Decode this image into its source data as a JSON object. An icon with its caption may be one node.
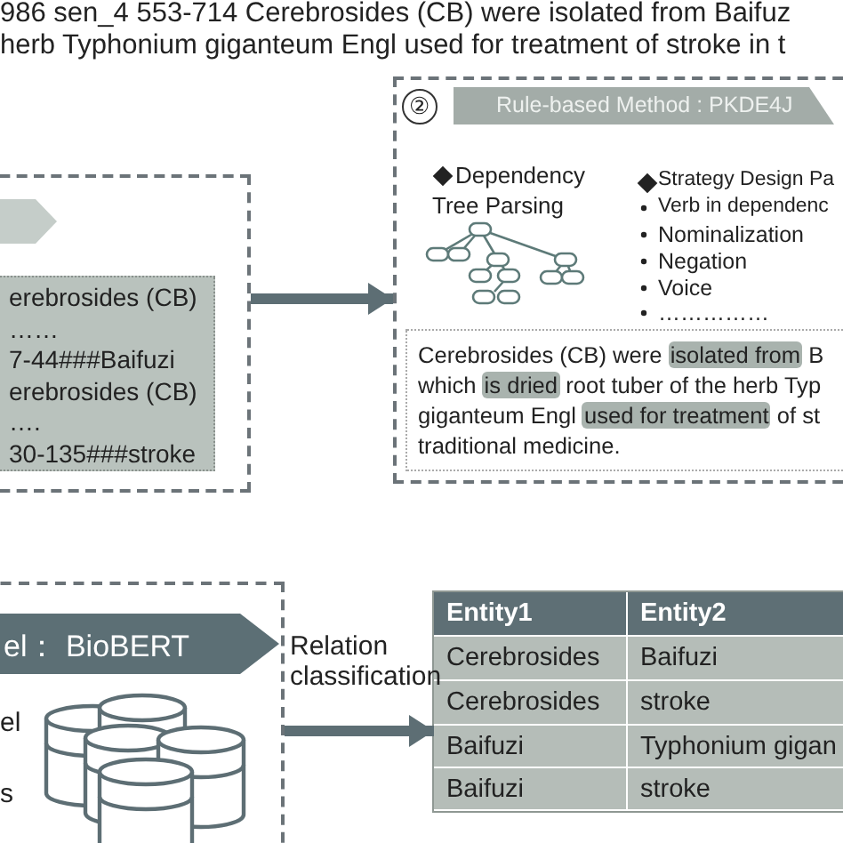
{
  "diagram": {
    "nodes": [
      {
        "text": [],
        "shape": "box"
      },
      {
        "text": [],
        "shape": "arrow",
        "in": 0
      },
      {
        "text": [
          "erebrosides (CB)",
          "……",
          "7-44###Baifuzi",
          "erebrosides (CB)",
          "….",
          "30-135###stroke"
        ],
        "in": 0
      },
      {
        "text": [],
        "shape": "box"
      },
      {
        "text": [
          "Rule-based Method : PKDE4J"
        ],
        "in": 3
      },
      {
        "text": [
          "Cerebrosides (CB) were **isolated from** B which **is dried** root tuber of the herb Typ giganteum Engl **used for treatment** of st traditional medicine."
        ],
        "in": 3
      },
      {
        "text": [],
        "shape": "box"
      },
      {
        "text": [
          "el： BioBERT"
        ],
        "in": 6
      },
      {
        "text": [],
        "shape": "table"
      }
    ],
    "edges": [
      {
        "from": 0,
        "to": 3,
        "arrow": "to"
      },
      {
        "from": 6,
        "to": 8,
        "arrow": "to",
        "label": "Relation classification"
      }
    ],
    "labels": [
      "986 sen_4 553-714 Cerebrosides (CB) were isolated from Baifuz",
      "herb Typhonium giganteum Engl used for treatment of stroke in t",
      "②",
      "Dependency Tree Parsing",
      "Strategy Design Pa",
      "Verb in dependenc",
      "Nominalization",
      "Negation",
      "Voice",
      "……………",
      "el",
      "s",
      "Entity1",
      "Entity2",
      "Cerebrosides",
      "Baifuzi",
      "Cerebrosides",
      "stroke",
      "Baifuzi",
      "Typhonium gigan",
      "Baifuzi",
      "stroke"
    ]
  }
}
